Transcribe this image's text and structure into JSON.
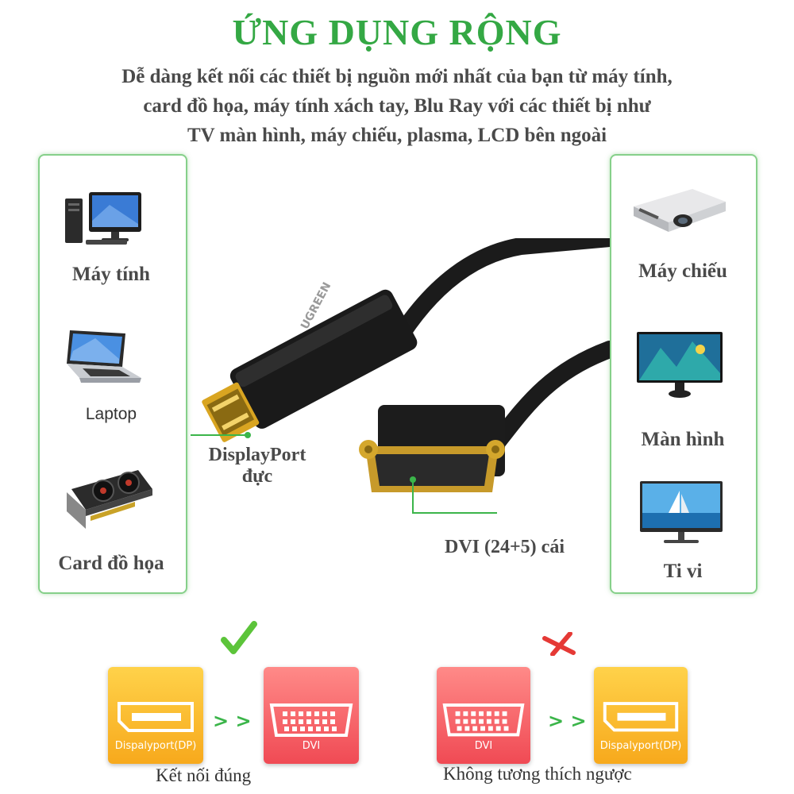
{
  "header": {
    "title": "ỨNG DỤNG RỘNG",
    "subtitle_lines": [
      "Dễ dàng kết nối các thiết bị nguồn mới nhất của bạn từ máy tính,",
      "card đồ họa, máy tính xách tay, Blu Ray với các thiết bị như",
      "TV màn hình, máy chiếu, plasma, LCD bên ngoài"
    ]
  },
  "sources": {
    "items": [
      {
        "label": "Máy tính",
        "icon": "desktop-computer-icon"
      },
      {
        "label": "Laptop",
        "icon": "laptop-icon"
      },
      {
        "label": "Card đồ họa",
        "icon": "graphics-card-icon"
      }
    ]
  },
  "displays": {
    "items": [
      {
        "label": "Máy chiếu",
        "icon": "projector-icon"
      },
      {
        "label": "Màn hình",
        "icon": "monitor-icon"
      },
      {
        "label": "Ti vi",
        "icon": "tv-icon"
      }
    ]
  },
  "cable": {
    "brand": "UGREEN",
    "dp_callout_lines": [
      "DisplayPort",
      "đực"
    ],
    "dvi_callout": "DVI (24+5) cái"
  },
  "compatibility": {
    "correct": {
      "from_label": "Dispalyport(DP)",
      "to_label": "DVI",
      "arrow": "> >",
      "caption": "Kết nối đúng",
      "status_icon": "check-icon"
    },
    "incorrect": {
      "from_label": "DVI",
      "to_label": "Dispalyport(DP)",
      "arrow": "> >",
      "caption": "Không tương thích ngược",
      "status_icon": "cross-icon"
    }
  },
  "colors": {
    "title_green": "#34a844",
    "panel_border": "#86d08a",
    "dp_box": "#f7a91c",
    "dvi_box": "#f04a54"
  }
}
